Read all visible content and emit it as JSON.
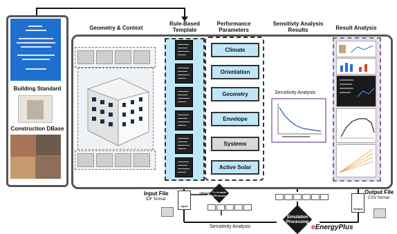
{
  "headers": {
    "geometry": "Geometry & Context",
    "template_l1": "Rule-Based",
    "template_l2": "Template",
    "performance_l1": "Performance",
    "performance_l2": "Parameters",
    "sensitivity_l1": "Sensitivty Analysis",
    "sensitivity_l2": "Results",
    "result": "Result Analysis"
  },
  "left_panel": {
    "building_standard": "Building Standard",
    "construction_dbase": "Construction DBase"
  },
  "parameters": [
    "Climate",
    "Orientation",
    "Geometry",
    "Envelope",
    "Systems",
    "Active Solar"
  ],
  "sensitivity_panel_title": "Sensitivity Analysis",
  "input_file": {
    "title": "Input File",
    "format": "IDF format",
    "icon_label": "Input"
  },
  "output_file": {
    "title": "Output File",
    "format": "CSV format",
    "icon_label": "Output"
  },
  "preprocessor": {
    "line1": "Parametric",
    "line2": "PreProcessor"
  },
  "simulation": {
    "line1": "Simulation",
    "line2": "Processing"
  },
  "bottom_label": "Sensitivity Analysis",
  "brand": {
    "prefix": "EnergyPlus",
    "big": "EnergyPlus"
  },
  "colors": {
    "template_fill": "#bfe7f7",
    "result_fill": "#e8dcef",
    "sens_border": "#a98ec7",
    "doc_blue": "#1e6fd0"
  }
}
